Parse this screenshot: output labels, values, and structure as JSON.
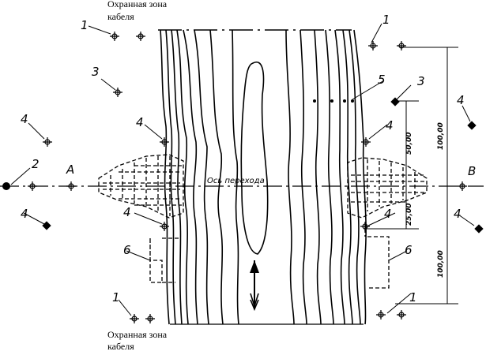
{
  "labels": {
    "cable_zone_top": "Охранная зона кабеля",
    "cable_zone_bottom": "Охранная зона кабеля",
    "axis_label": "Ось перехода",
    "point_a": "А",
    "point_b": "В",
    "dim_100_top": "100,00",
    "dim_50": "50,00",
    "dim_25": "25,00",
    "dim_100_bottom": "100,00",
    "callouts": [
      "1",
      "1",
      "1",
      "1",
      "2",
      "3",
      "3",
      "4",
      "4",
      "4",
      "4",
      "4",
      "4",
      "4",
      "4",
      "5",
      "6",
      "6"
    ]
  }
}
